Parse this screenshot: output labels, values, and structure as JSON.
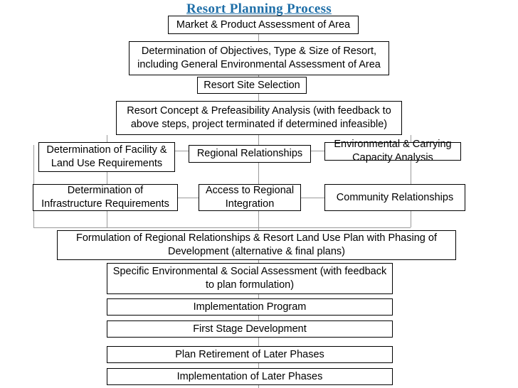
{
  "diagram": {
    "title": "Resort Planning Process",
    "nodes": [
      {
        "id": "market",
        "label": "Market & Product Assessment of Area"
      },
      {
        "id": "objectives",
        "label": "Determination of Objectives, Type & Size of Resort, including General Environmental Assessment of Area"
      },
      {
        "id": "site",
        "label": "Resort Site Selection"
      },
      {
        "id": "concept",
        "label": "Resort Concept & Prefeasibility Analysis (with feedback to above steps, project terminated if determined infeasible)"
      },
      {
        "id": "facility",
        "label": "Determination of Facility & Land Use Requirements"
      },
      {
        "id": "regional",
        "label": "Regional Relationships"
      },
      {
        "id": "environmental",
        "label": "Environmental & Carrying Capacity Analysis"
      },
      {
        "id": "infrastructure",
        "label": "Determination of Infrastructure Requirements"
      },
      {
        "id": "access",
        "label": "Access to Regional Integration"
      },
      {
        "id": "community",
        "label": "Community Relationships"
      },
      {
        "id": "formulation",
        "label": "Formulation of Regional Relationships & Resort Land Use Plan with Phasing of Development (alternative & final plans)"
      },
      {
        "id": "specific",
        "label": "Specific Environmental & Social Assessment (with feedback to plan formulation)"
      },
      {
        "id": "implementation",
        "label": "Implementation Program"
      },
      {
        "id": "firststage",
        "label": "First Stage Development"
      },
      {
        "id": "retirement",
        "label": "Plan Retirement of Later Phases"
      },
      {
        "id": "laterphases",
        "label": "Implementation of Later Phases"
      }
    ],
    "colors": {
      "title": "#1F6FA8",
      "border": "#000000",
      "connector": "#9a9a9a",
      "background": "#ffffff"
    }
  }
}
